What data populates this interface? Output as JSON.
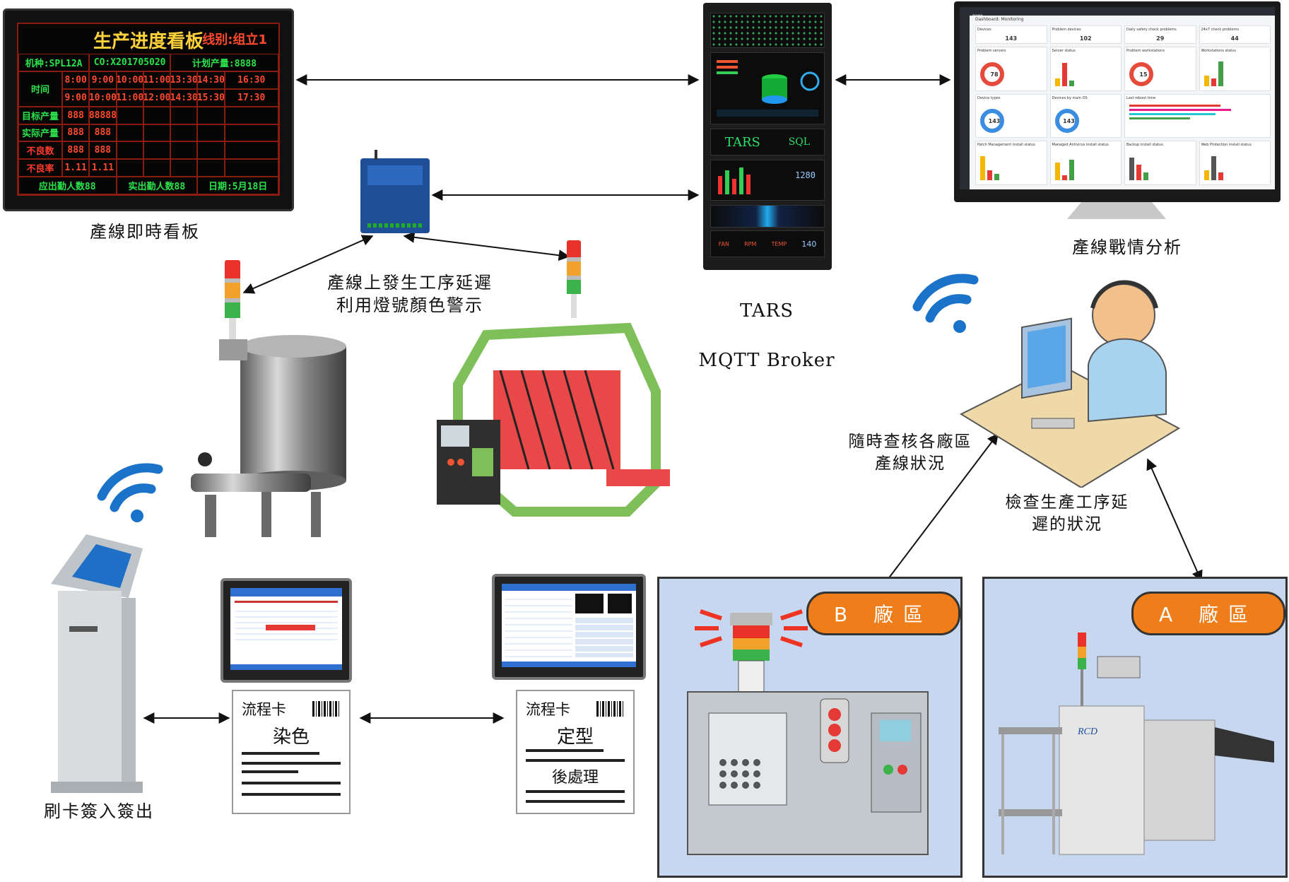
{
  "led_board": {
    "title": "生产进度看板",
    "line": "线别:组立1",
    "row1": [
      "机种:SPL12A",
      "CO:X201705020",
      "计划产量:8888"
    ],
    "time_label": "时间",
    "times_top": [
      "8:00",
      "9:00",
      "10:00",
      "11:00",
      "13:30",
      "14:30",
      "16:30"
    ],
    "times_bottom": [
      "9:00",
      "10:00",
      "11:00",
      "12:00",
      "14:30",
      "15:30",
      "17:30"
    ],
    "target_label": "目标产量",
    "target_values": [
      "888",
      "88888"
    ],
    "actual_label": "实际产量",
    "actual_values": [
      "888",
      "888"
    ],
    "defect_count_label": "不良数",
    "defect_count_values": [
      "888",
      "888"
    ],
    "defect_rate_label": "不良率",
    "defect_rate_values": [
      "1.11",
      "1.11"
    ],
    "footer_planned": "应出勤人数88",
    "footer_actual": "实出勤人数88",
    "footer_date": "日期:5月18日"
  },
  "labels": {
    "led_board": "產線即時看板",
    "broker_1": "TARS",
    "broker_2": "MQTT Broker",
    "dashboard": "產線戰情分析",
    "tower_alert": "產線上發生工序延遲\n利用燈號顏色警示",
    "check_lines": "隨時查核各廠區\n產線狀況",
    "check_delay": "檢查生產工序延\n遲的狀況",
    "kiosk": "刷卡簽入簽出"
  },
  "rack": {
    "tars": "TARS",
    "sql": "SQL",
    "temp": "1280",
    "temp_label": "TEMP",
    "fan_label": "FAN",
    "rpm_label": "RPM",
    "fan_temp": "140"
  },
  "dashboard": {
    "app": "RMM",
    "title": "Dashboard: Monitoring",
    "cards": [
      {
        "title": "Devices",
        "value": "143"
      },
      {
        "title": "Problem devices",
        "value": "102"
      },
      {
        "title": "Daily safety check problems",
        "value": "29"
      },
      {
        "title": "24x7 check problems",
        "value": "44"
      },
      {
        "title": "Problem servers",
        "value": "78"
      },
      {
        "title": "Server status",
        "value": ""
      },
      {
        "title": "Problem workstations",
        "value": "15"
      },
      {
        "title": "Workstations status",
        "value": ""
      },
      {
        "title": "Device types",
        "value": "143"
      },
      {
        "title": "Devices by main OS",
        "value": "143"
      },
      {
        "title": "Last reboot time",
        "value": ""
      },
      {
        "title": "",
        "value": ""
      },
      {
        "title": "Patch Management install status",
        "value": ""
      },
      {
        "title": "Managed Antivirus install status",
        "value": ""
      },
      {
        "title": "Backup install status",
        "value": ""
      },
      {
        "title": "Web Protection install status",
        "value": ""
      }
    ]
  },
  "flow_cards": [
    {
      "title": "流程卡",
      "main": "染色",
      "sub": ""
    },
    {
      "title": "流程卡",
      "main": "定型",
      "sub": "後處理"
    }
  ],
  "zones": [
    {
      "tag": "B 廠區"
    },
    {
      "tag": "A 廠區"
    }
  ],
  "machine_a_brand": "RCD"
}
